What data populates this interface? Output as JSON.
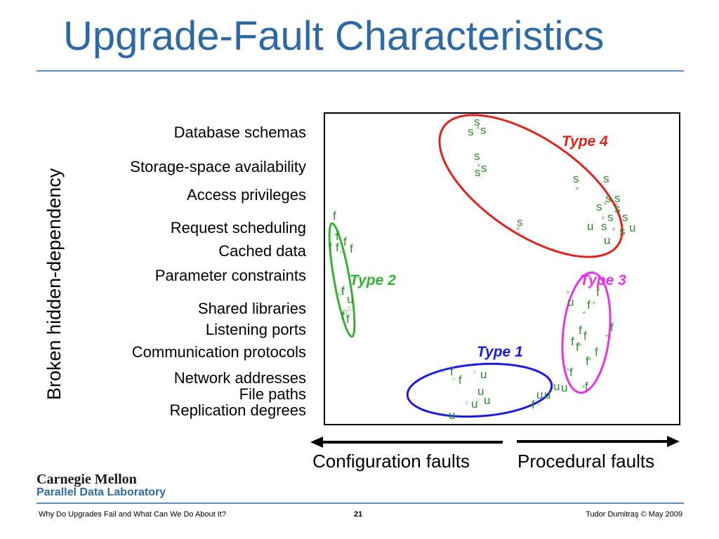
{
  "slide": {
    "title": "Upgrade-Fault Characteristics",
    "footer_left": "Why Do Upgrades Fail and What Can We Do About It?",
    "page_number": "21",
    "footer_right": "Tudor Dumitraş  © May 2009",
    "logo_line1": "Carnegie Mellon",
    "logo_line2": "Parallel Data Laboratory"
  },
  "diagram": {
    "y_axis_label": "Broken hidden-dependency",
    "categories": [
      "Database schemas",
      "Storage-space availability",
      "Access privileges",
      "Request scheduling",
      "Cached data",
      "Parameter constraints",
      "Shared libraries",
      "Listening ports",
      "Communication protocols",
      "Network addresses",
      "File paths",
      "Replication degrees"
    ],
    "x_left_label": "Configuration faults",
    "x_right_label": "Procedural faults",
    "groups": [
      {
        "label": "Type 4",
        "color": "#e3211c"
      },
      {
        "label": "Type 2",
        "color": "#33b233"
      },
      {
        "label": "Type 3",
        "color": "#e633e6"
      },
      {
        "label": "Type 1",
        "color": "#1a1ae6"
      }
    ],
    "point_color": "#2e8b2e"
  }
}
